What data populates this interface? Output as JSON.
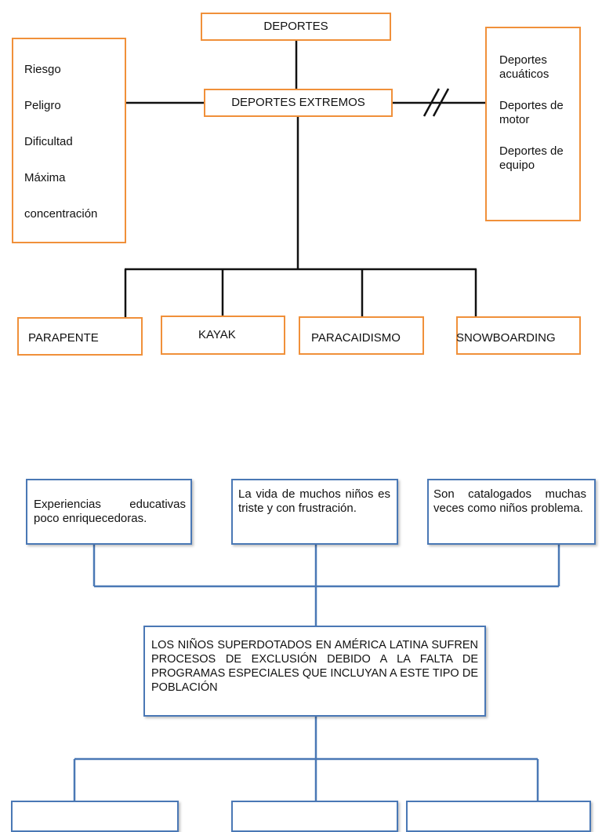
{
  "diagram1": {
    "root": "DEPORTES",
    "center": "DEPORTES EXTREMOS",
    "characteristics": [
      "Riesgo",
      "Peligro",
      "Dificultad",
      "Máxima",
      "concentración"
    ],
    "excluded": [
      "Deportes acuáticos",
      "Deportes de motor",
      "Deportes de equipo"
    ],
    "children": [
      "PARAPENTE",
      "KAYAK",
      "PARACAIDISMO",
      "SNOWBOARDING"
    ]
  },
  "diagram2": {
    "causes": [
      "Experiencias educativas poco enriquecedoras.",
      "La vida de muchos niños es triste y con frustración.",
      "Son catalogados muchas veces como niños problema."
    ],
    "main": "LOS NIÑOS SUPERDOTADOS EN AMÉRICA LATINA SUFREN PROCESOS DE EXCLUSIÓN DEBIDO A LA FALTA DE PROGRAMAS ESPECIALES QUE INCLUYAN A ESTE TIPO DE POBLACIÓN"
  },
  "colors": {
    "orange_border": "#f0903a",
    "blue_border": "#4a78b5",
    "line": "#111111"
  }
}
